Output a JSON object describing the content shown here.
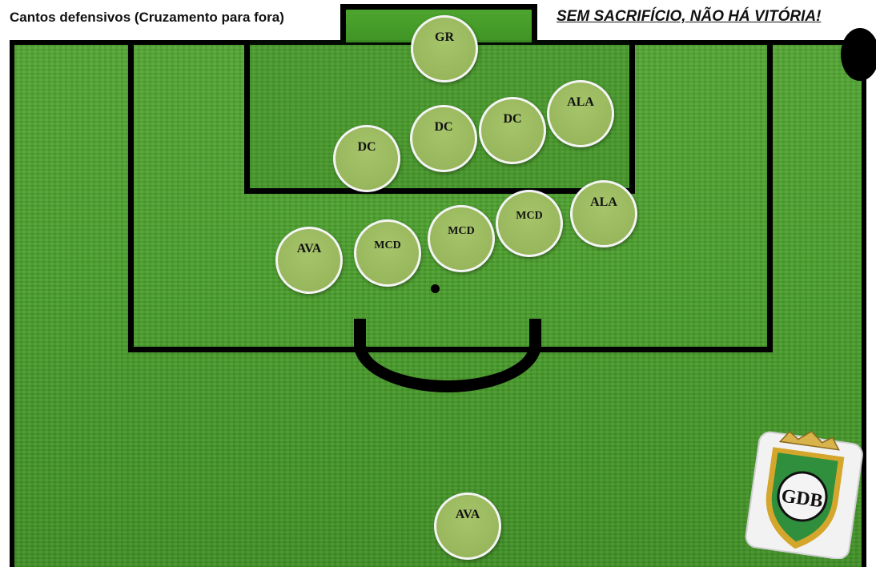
{
  "header": {
    "title": "Cantos defensivos (Cruzamento para fora)",
    "motto": "SEM SACRIFÍCIO, NÃO HÁ VITÓRIA!"
  },
  "colors": {
    "grass": "#4a9e2c",
    "lines": "#000000",
    "player_fill": "#9ab85e",
    "player_border": "#f4f4f4"
  },
  "players": [
    "GR",
    "DC",
    "DC",
    "DC",
    "ALA",
    "ALA",
    "AVA",
    "MCD",
    "MCD",
    "MCD",
    "AVA"
  ],
  "crest": {
    "letters": "GDB",
    "icon": "club-crest-icon"
  }
}
